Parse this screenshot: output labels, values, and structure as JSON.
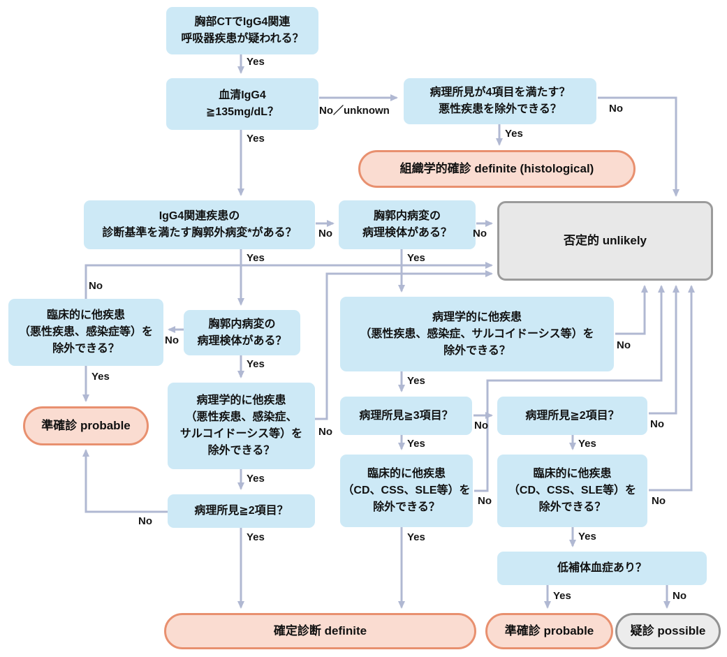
{
  "diagram": {
    "description": "IgG4-related respiratory disease diagnostic flowchart",
    "labels": {
      "yes": "Yes",
      "no": "No",
      "no_unknown": "No／unknown"
    },
    "nodes": {
      "ct_suspicion": {
        "text": "胸部CTでIgG4関連\n呼吸器疾患が疑われる？",
        "type": "question"
      },
      "serum_igg4": {
        "text": "血清IgG4\n≧135mg/dL？",
        "type": "question"
      },
      "path_4_items": {
        "text": "病理所見が4項目を満たす？\n悪性疾患を除外できる？",
        "type": "question"
      },
      "histological_definite": {
        "text": "組織学的確診 definite (histological)",
        "type": "result-orange"
      },
      "extrathoracic_lesion": {
        "text": "IgG4関連疾患の\n診断基準を満たす胸郭外病変*がある？",
        "type": "question"
      },
      "intrathoracic_specimen_1": {
        "text": "胸郭内病変の\n病理検体がある？",
        "type": "question"
      },
      "unlikely": {
        "text": "否定的 unlikely",
        "type": "result-gray-box"
      },
      "clinical_exclude_other": {
        "text": "臨床的に他疾患\n（悪性疾患、感染症等）を\n除外できる？",
        "type": "question"
      },
      "intrathoracic_specimen_2": {
        "text": "胸郭内病変の\n病理検体がある？",
        "type": "question"
      },
      "probable_1": {
        "text": "準確診 probable",
        "type": "result-orange"
      },
      "path_exclude_other_narrow": {
        "text": "病理学的に他疾患\n（悪性疾患、感染症、\nサルコイドーシス等）を\n除外できる？",
        "type": "question"
      },
      "path_2_items_left": {
        "text": "病理所見≧2項目？",
        "type": "question"
      },
      "path_exclude_other_wide": {
        "text": "病理学的に他疾患\n（悪性疾患、感染症、サルコイドーシス等）を\n除外できる？",
        "type": "question"
      },
      "path_3_items": {
        "text": "病理所見≧3項目？",
        "type": "question"
      },
      "clinical_exclude_cd_left": {
        "text": "臨床的に他疾患\n（CD、CSS、SLE等）を\n除外できる？",
        "type": "question"
      },
      "path_2_items_right": {
        "text": "病理所見≧2項目？",
        "type": "question"
      },
      "clinical_exclude_cd_right": {
        "text": "臨床的に他疾患\n（CD、CSS、SLE等）を\n除外できる？",
        "type": "question"
      },
      "hypocomplementemia": {
        "text": "低補体血症あり？",
        "type": "question"
      },
      "definite": {
        "text": "確定診断 definite",
        "type": "result-orange"
      },
      "probable_2": {
        "text": "準確診 probable",
        "type": "result-orange"
      },
      "possible": {
        "text": "疑診 possible",
        "type": "result-gray"
      }
    },
    "colors": {
      "question_fill": "#cde9f6",
      "result_fill": "#fadcd1",
      "result_border": "#e8906f",
      "neutral_fill": "#ececec",
      "neutral_border": "#929292",
      "unlikely_fill": "#e8e8e8",
      "unlikely_border": "#9b9b9b",
      "connector": "#b0b8d2",
      "text": "#111111"
    }
  }
}
